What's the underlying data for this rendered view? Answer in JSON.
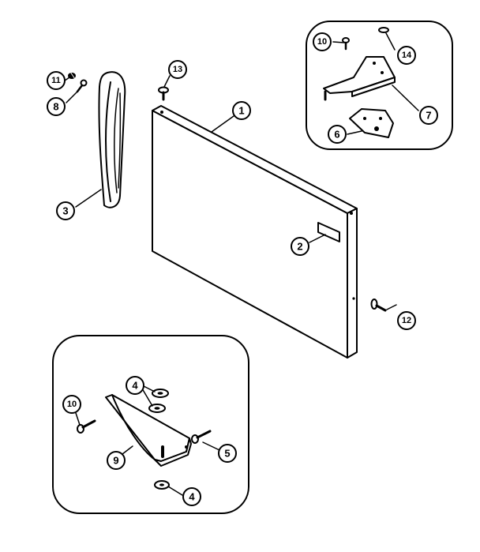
{
  "callouts": {
    "door_panel": "1",
    "nameplate": "2",
    "handle": "3",
    "washer_top": "4",
    "washer_bottom": "4",
    "screw_hinge": "5",
    "hinge_plate_top": "6",
    "hinge_top": "7",
    "screw_handle": "8",
    "hinge_bottom": "9",
    "screw_inset_top": "10",
    "screw_inset_bottom": "10",
    "plug": "11",
    "door_stop": "12",
    "screw_door_top": "13",
    "cap": "14"
  }
}
